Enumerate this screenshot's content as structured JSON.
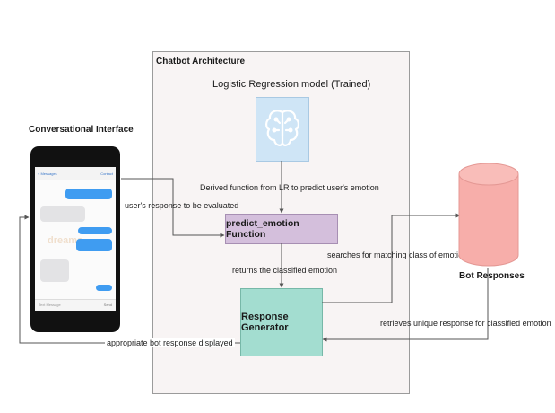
{
  "architecture": {
    "title": "Chatbot Architecture",
    "model_title": "Logistic Regression model (Trained)",
    "predict_box": "predict_emotion Function",
    "generator_box": "Response Generator"
  },
  "interface": {
    "title": "Conversational Interface",
    "phone": {
      "back_link": "< Messages",
      "contact_link": "Contact",
      "input_placeholder": "Text Message",
      "send_label": "Send",
      "watermark": "dreams"
    }
  },
  "bot": {
    "title": "Bot Responses"
  },
  "edges": {
    "derived": "Derived function from LR to predict user's emotion",
    "user_response": "user's response to be evaluated",
    "returns": "returns the classified emotion",
    "searches": "searches for matching class of emotion",
    "retrieves": "retrieves unique response for classified emotion",
    "displayed": "appropriate bot response displayed"
  },
  "colors": {
    "model_box": "#cfe5f6",
    "predict_box": "#d4bfdc",
    "generator_box": "#a3ddd0",
    "database": "#f7aeaa",
    "outgoing_bubble": "#3f9cf1"
  },
  "icons": {
    "model": "brain-circuit-icon",
    "database": "database-cylinder-icon",
    "device": "smartphone-icon"
  }
}
